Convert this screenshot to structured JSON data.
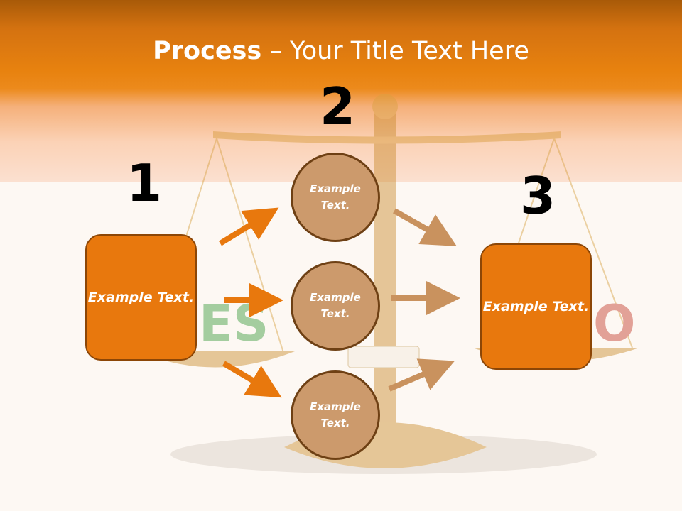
{
  "title": {
    "bold": "Process",
    "rest": " – Your Title Text Here"
  },
  "steps": [
    {
      "number": "1"
    },
    {
      "number": "2"
    },
    {
      "number": "3"
    }
  ],
  "boxes": {
    "left": "Example Text.",
    "right": "Example Text."
  },
  "circles": [
    "Example Text.",
    "Example Text.",
    "Example Text."
  ],
  "colors": {
    "accent": "#e8780d",
    "circle": "#cc9a6c",
    "arrow_left": "#e8780d",
    "arrow_right": "#c9925e"
  }
}
